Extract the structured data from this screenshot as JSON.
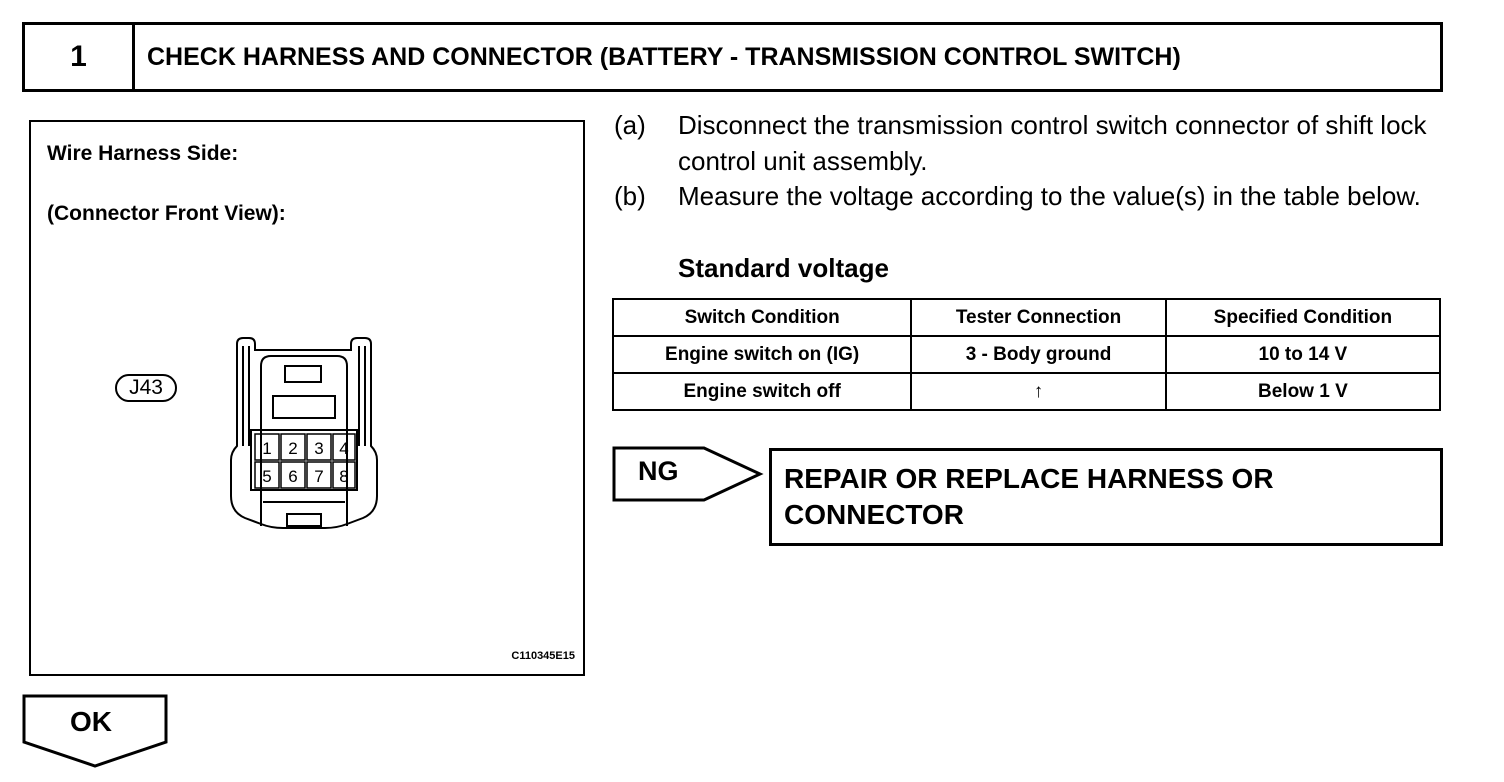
{
  "header": {
    "step_number": "1",
    "title": "CHECK HARNESS AND CONNECTOR (BATTERY - TRANSMISSION CONTROL SWITCH)"
  },
  "figure": {
    "label_1": "Wire Harness Side:",
    "label_2": "(Connector Front View):",
    "connector_id": "J43",
    "pins_row1": [
      "1",
      "2",
      "3",
      "4"
    ],
    "pins_row2": [
      "5",
      "6",
      "7",
      "8"
    ],
    "code": "C110345E15"
  },
  "steps": [
    {
      "letter": "(a)",
      "text": "Disconnect the transmission control switch connector of shift lock control unit assembly."
    },
    {
      "letter": "(b)",
      "text": "Measure the voltage according to the value(s) in the table below."
    }
  ],
  "standard_label": "Standard voltage",
  "table": {
    "headers": [
      "Switch Condition",
      "Tester Connection",
      "Specified Condition"
    ],
    "rows": [
      [
        "Engine switch on (IG)",
        "3 - Body ground",
        "10 to 14 V"
      ],
      [
        "Engine switch off",
        "↑",
        "Below 1 V"
      ]
    ]
  },
  "ng": {
    "label": "NG",
    "action": "REPAIR OR REPLACE HARNESS OR CONNECTOR"
  },
  "ok": {
    "label": "OK"
  }
}
